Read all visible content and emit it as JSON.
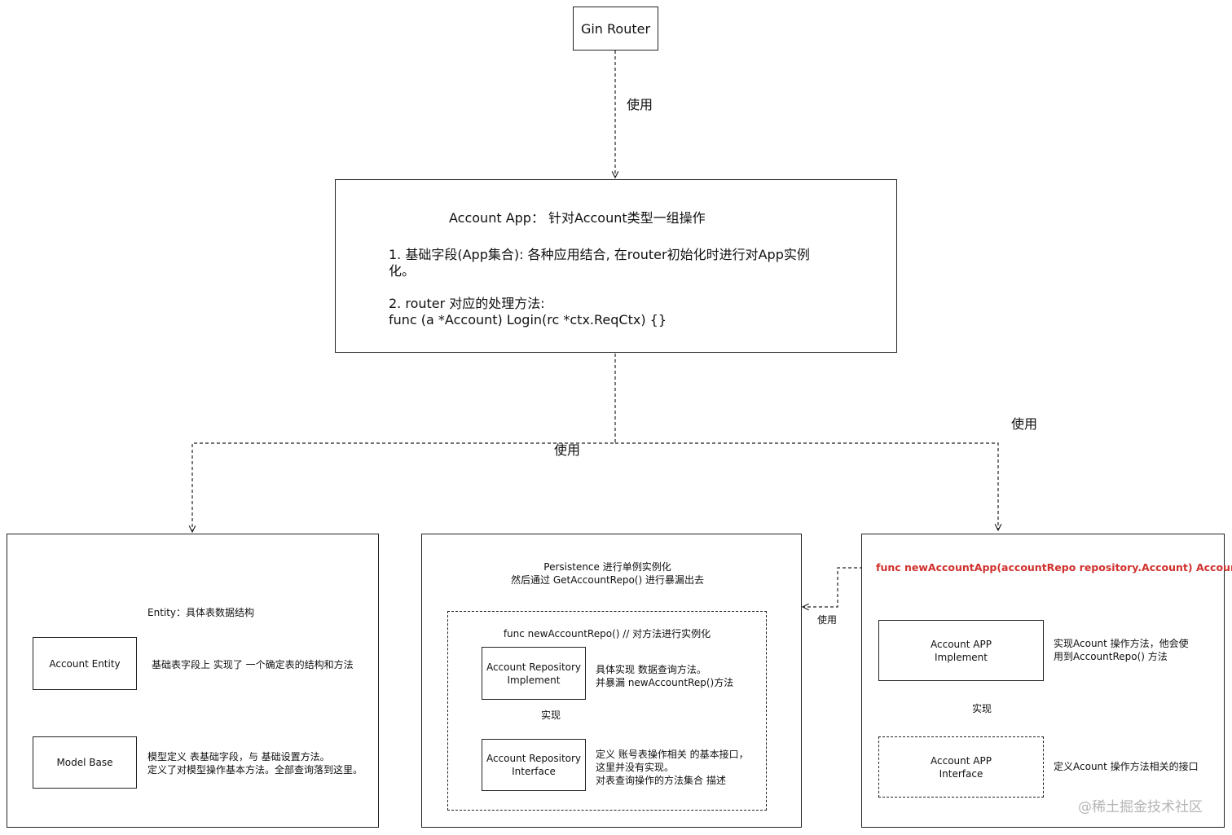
{
  "gin_router": "Gin Router",
  "edge_labels": {
    "router_to_app": "使用",
    "app_to_children_left": "使用",
    "app_to_children_right": "使用",
    "app_to_persistence": "使用"
  },
  "account_app": {
    "title": "Account  App： 针对Account类型一组操作",
    "point1_line1": "1. 基础字段(App集合): 各种应用结合, 在router初始化时进行对App实例",
    "point1_line2": "化。",
    "point2_line1": "2. router 对应的处理方法:",
    "point2_line2": "func (a *Account) Login(rc *ctx.ReqCtx) {}"
  },
  "entity_panel": {
    "title": "Entity：具体表数据结构",
    "account_entity": "Account Entity",
    "account_entity_desc": "基础表字段上 实现了 一个确定表的结构和方法",
    "model_base": "Model Base",
    "model_base_desc_line1": "模型定义 表基础字段，与 基础设置方法。",
    "model_base_desc_line2": "定义了对模型操作基本方法。全部查询落到这里。"
  },
  "persistence_panel": {
    "title_line1": "Persistence 进行单例实例化",
    "title_line2": "然后通过 GetAccountRepo() 进行暴漏出去",
    "func_label": "func  newAccountRepo() // 对方法进行实例化",
    "repo_impl_line1": "Account  Repository",
    "repo_impl_line2": "Implement",
    "repo_impl_desc_line1": "具体实现 数据查询方法。",
    "repo_impl_desc_line2": "并暴漏 newAccountRep()方法",
    "implements_label": "实现",
    "repo_iface_line1": "Account  Repository",
    "repo_iface_line2": "Interface",
    "repo_iface_desc_line1": "定义 账号表操作相关 的基本接口，",
    "repo_iface_desc_line2": "这里并没有实现。",
    "repo_iface_desc_line3": "对表查询操作的方法集合 描述"
  },
  "app_panel": {
    "func_signature": "func newAccountApp(accountRepo repository.Account) Account",
    "app_impl_line1": "Account APP",
    "app_impl_line2": "Implement",
    "app_impl_desc_line1": "实现Acount 操作方法，他会使",
    "app_impl_desc_line2": "用到AccountRepo() 方法",
    "implements_label": "实现",
    "app_iface_line1": "Account APP",
    "app_iface_line2": "Interface",
    "app_iface_desc": "定义Acount 操作方法相关的接口"
  },
  "watermark": "@稀土掘金技术社区",
  "colors": {
    "accent_red": "#d0312d",
    "line": "#222222",
    "watermark": "#b5b5b5"
  }
}
